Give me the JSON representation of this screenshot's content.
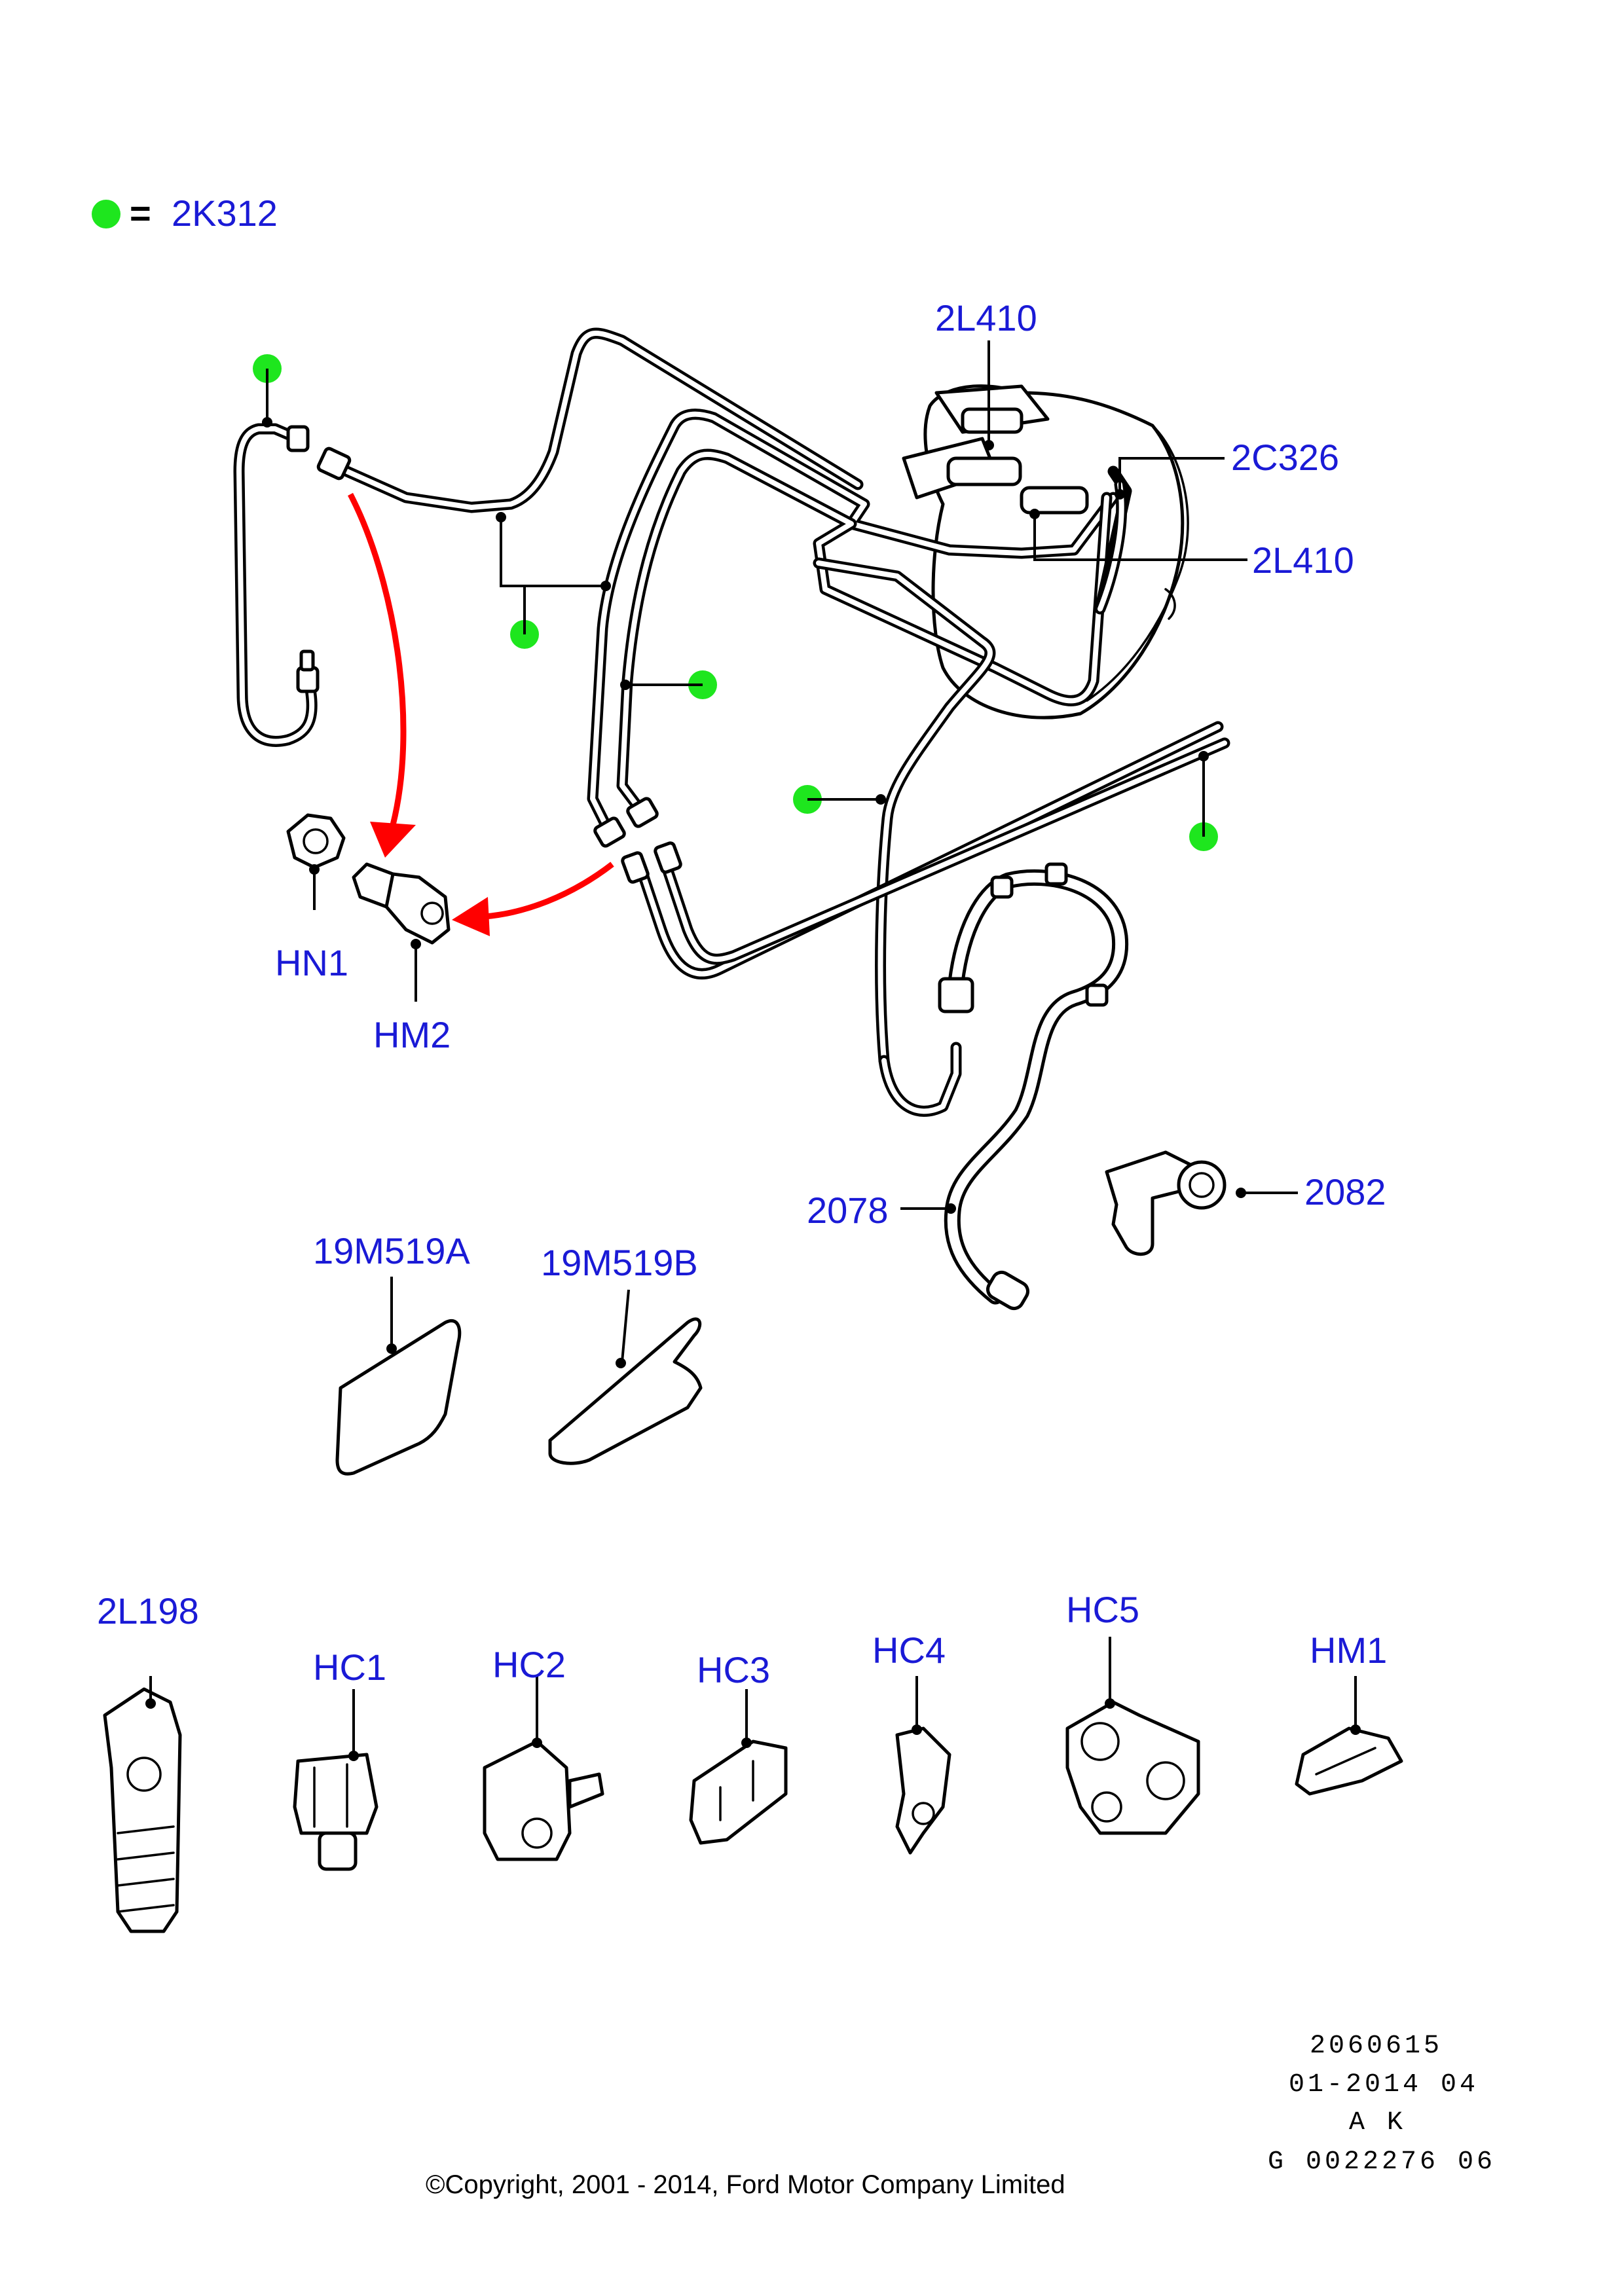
{
  "legend": {
    "marker_color": "#1ee61e",
    "symbol": "=",
    "part": "2K312"
  },
  "labels": {
    "l_2L410_top": "2L410",
    "l_2C326": "2C326",
    "l_2L410_right": "2L410",
    "l_HN1": "HN1",
    "l_HM2": "HM2",
    "l_2078": "2078",
    "l_2082": "2082",
    "l_19M519A": "19M519A",
    "l_19M519B": "19M519B",
    "l_2L198": "2L198",
    "l_HC1": "HC1",
    "l_HC2": "HC2",
    "l_HC3": "HC3",
    "l_HC4": "HC4",
    "l_HC5": "HC5",
    "l_HM1": "HM1"
  },
  "meta": {
    "line1": "2060615",
    "line2": "01-2014 04",
    "line3": "A K",
    "line4": "G 0022276 06"
  },
  "copyright": "©Copyright, 2001 - 2014, Ford Motor Company Limited",
  "colors": {
    "label_text": "#1a1ad6",
    "arrow": "#ff0000",
    "marker": "#1ee61e"
  }
}
